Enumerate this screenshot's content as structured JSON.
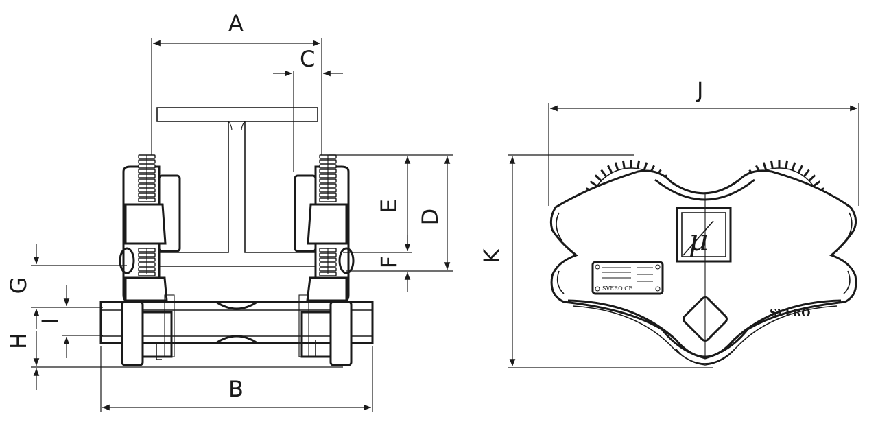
{
  "dimensions": {
    "A": "A",
    "B": "B",
    "C": "C",
    "D": "D",
    "E": "E",
    "F": "F",
    "G": "G",
    "H": "H",
    "I": "I",
    "J": "J",
    "K": "K"
  },
  "brand": "SVERO",
  "plate_text": "SVERO CE",
  "logo_glyph": "μ",
  "colors": {
    "ink": "#1a1a1a",
    "background": "#ffffff"
  }
}
